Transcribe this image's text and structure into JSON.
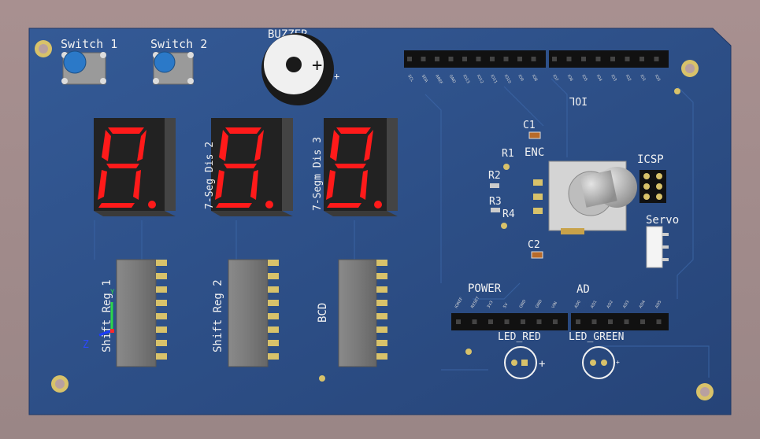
{
  "labels": {
    "switch1": "Switch 1",
    "switch2": "Switch 2",
    "buzzer": "BUZZER",
    "buzzer_plus": "+",
    "buzzer_plus_small": "+",
    "dis2": "7-Seg Dis 2",
    "dis3": "7-Segm Dis 3",
    "c1": "C1",
    "enc": "ENC",
    "r1": "R1",
    "r2": "R2",
    "r3": "R3",
    "r4": "R4",
    "c2": "C2",
    "icsp": "ICSP",
    "servo": "Servo",
    "iol": "IOL",
    "shift1": "Shift Reg 1",
    "shift2": "Shift Reg 2",
    "bcd": "BCD",
    "power": "POWER",
    "ad": "AD",
    "led_red": "LED_RED",
    "led_green": "LED_GREEN",
    "led_red_plus": "+",
    "led_green_plus": "+",
    "axis_z": "Z",
    "axis_y": "Y"
  },
  "power_pins": [
    "IOREF",
    "RESET",
    "3V3",
    "5V",
    "GND",
    "GND",
    "VIN"
  ],
  "ad_pins": [
    "AD0",
    "AD1",
    "AD2",
    "AD3",
    "AD4",
    "AD5"
  ],
  "iol_pins": [
    "IO7",
    "IO6",
    "IO5",
    "IO4",
    "IO3",
    "IO2",
    "IO1",
    "IO0"
  ],
  "ioh_pins": [
    "SCL",
    "SDA",
    "AREF",
    "GND",
    "IO13",
    "IO12",
    "IO11",
    "IO10",
    "IO9",
    "IO8"
  ],
  "colors": {
    "pcb": "#2c4d86",
    "segment_on": "#ff1a1a",
    "silkscreen": "#f2f2f2",
    "pad_gold": "#d8c26a"
  }
}
